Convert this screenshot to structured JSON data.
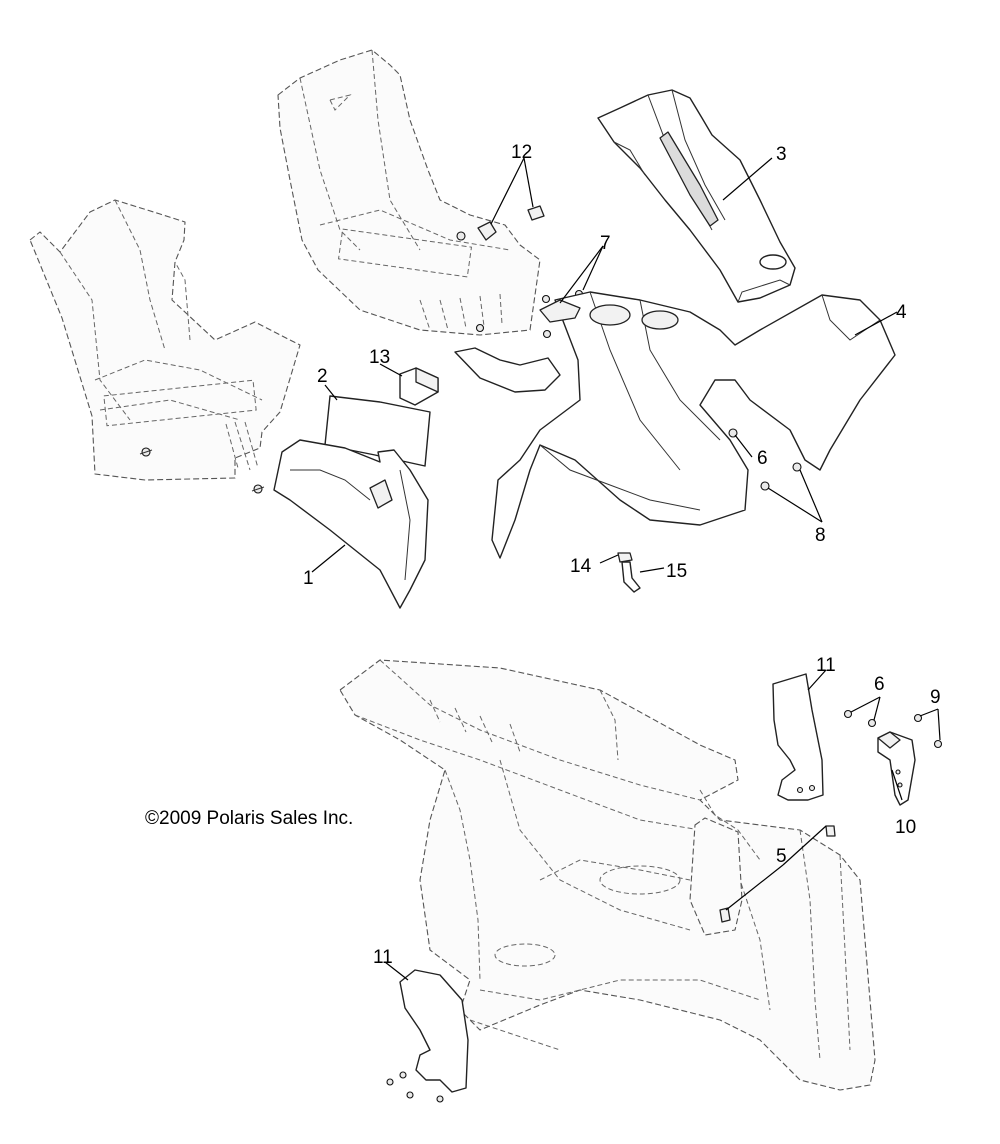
{
  "callouts": {
    "c1": "1",
    "c2": "2",
    "c3": "3",
    "c4": "4",
    "c5": "5",
    "c6a": "6",
    "c6b": "6",
    "c7": "7",
    "c8": "8",
    "c9": "9",
    "c10": "10",
    "c11a": "11",
    "c11b": "11",
    "c12": "12",
    "c13": "13",
    "c14": "14",
    "c15": "15"
  },
  "copyright": "©2009 Polaris Sales Inc."
}
